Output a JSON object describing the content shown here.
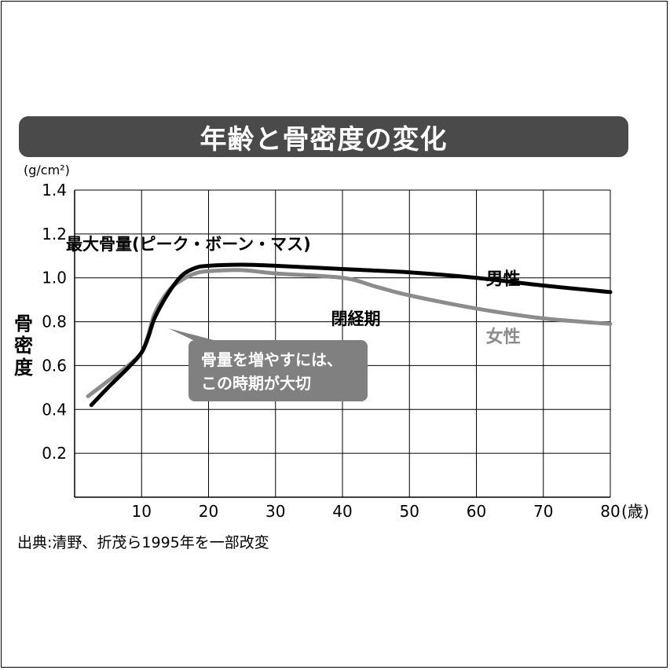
{
  "title": "年齢と骨密度の変化",
  "source_note": "出典:清野、折茂ら1995年を一部改変",
  "colors": {
    "title_bar": "#4a4a4a",
    "male_line": "#000000",
    "female_line": "#8c8c8c",
    "callout": "#808080",
    "grid": "#000000"
  },
  "chart_data": {
    "type": "line",
    "title": "年齢と骨密度の変化",
    "y_unit_label": "(g/cm²)",
    "ylabel": "骨密度",
    "x_unit_label": "(歳)",
    "xlim": [
      0,
      80
    ],
    "ylim": [
      0,
      1.4
    ],
    "x_ticks": [
      10,
      20,
      30,
      40,
      50,
      60,
      70,
      80
    ],
    "x_tick_labels": [
      "10",
      "20",
      "30",
      "40",
      "50",
      "60",
      "70",
      "80"
    ],
    "y_ticks": [
      0.2,
      0.4,
      0.6,
      0.8,
      1.0,
      1.2,
      1.4
    ],
    "y_tick_labels": [
      "0.2",
      "0.4",
      "0.6",
      "0.8",
      "1.0",
      "1.2",
      "1.4"
    ],
    "grid": true,
    "series": [
      {
        "name": "男性",
        "color": "#000000",
        "points": [
          [
            2.5,
            0.42
          ],
          [
            5,
            0.5
          ],
          [
            8,
            0.59
          ],
          [
            10,
            0.66
          ],
          [
            11,
            0.73
          ],
          [
            12,
            0.82
          ],
          [
            14,
            0.93
          ],
          [
            16,
            1.01
          ],
          [
            18,
            1.045
          ],
          [
            20,
            1.055
          ],
          [
            25,
            1.06
          ],
          [
            30,
            1.055
          ],
          [
            40,
            1.04
          ],
          [
            50,
            1.025
          ],
          [
            60,
            1.0
          ],
          [
            70,
            0.965
          ],
          [
            80,
            0.935
          ]
        ]
      },
      {
        "name": "女性",
        "color": "#8c8c8c",
        "points": [
          [
            2,
            0.46
          ],
          [
            5,
            0.53
          ],
          [
            8,
            0.6
          ],
          [
            10,
            0.66
          ],
          [
            11,
            0.74
          ],
          [
            12,
            0.84
          ],
          [
            14,
            0.94
          ],
          [
            16,
            0.99
          ],
          [
            18,
            1.02
          ],
          [
            20,
            1.03
          ],
          [
            25,
            1.035
          ],
          [
            30,
            1.02
          ],
          [
            40,
            1.0
          ],
          [
            45,
            0.96
          ],
          [
            50,
            0.92
          ],
          [
            60,
            0.86
          ],
          [
            70,
            0.815
          ],
          [
            80,
            0.79
          ]
        ]
      }
    ],
    "annotations": [
      {
        "text": "最大骨量(ピーク・ボーン・マス)",
        "x": 17,
        "y": 1.2
      },
      {
        "text": "男性",
        "x": 64,
        "y": 1.04
      },
      {
        "text": "閉経期",
        "x": 42,
        "y": 0.81
      },
      {
        "text": "女性",
        "x": 64,
        "y": 0.72
      },
      {
        "text_lines": [
          "骨量を増やすには、",
          "この時期が大切"
        ],
        "target_x": 14,
        "target_y": 0.77
      }
    ]
  }
}
